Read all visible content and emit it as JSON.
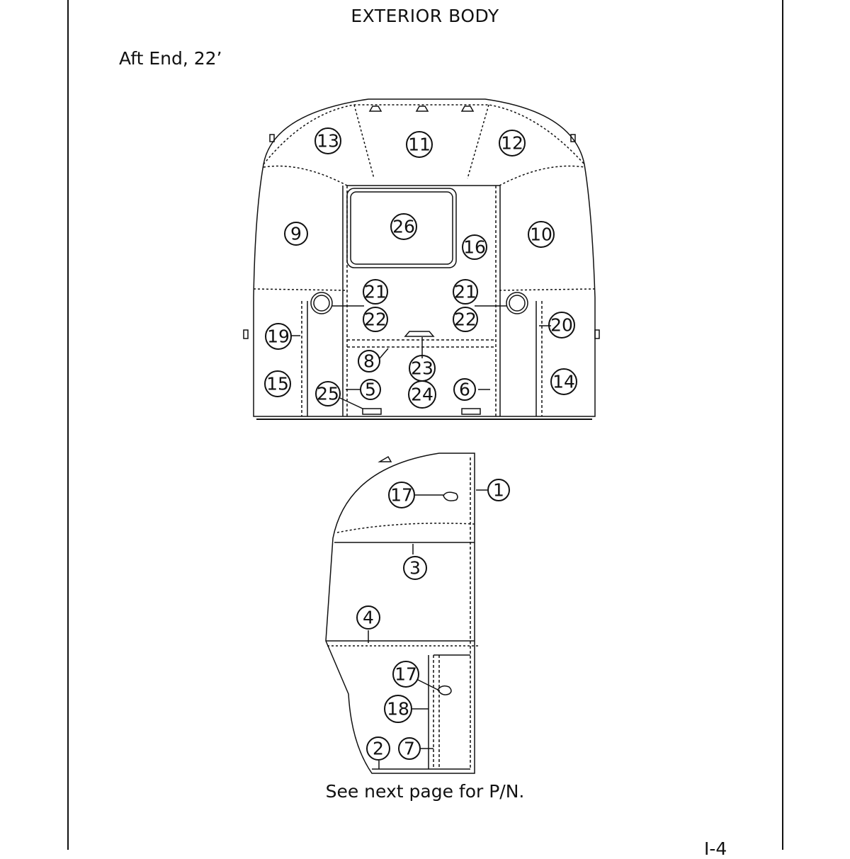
{
  "header": {
    "title": "EXTERIOR BODY",
    "subtitle": "Aft End, 22’"
  },
  "footer": {
    "note": "See next page for P/N.",
    "page_number": "I-4"
  },
  "rear_view": {
    "callouts": [
      "13",
      "11",
      "12",
      "9",
      "26",
      "16",
      "10",
      "21",
      "21",
      "22",
      "22",
      "20",
      "19",
      "8",
      "23",
      "15",
      "25",
      "5",
      "24",
      "6",
      "14"
    ]
  },
  "side_view": {
    "callouts": [
      "17",
      "1",
      "3",
      "4",
      "17",
      "18",
      "2",
      "7"
    ]
  },
  "colors": {
    "line": "#111111",
    "background": "#ffffff"
  }
}
